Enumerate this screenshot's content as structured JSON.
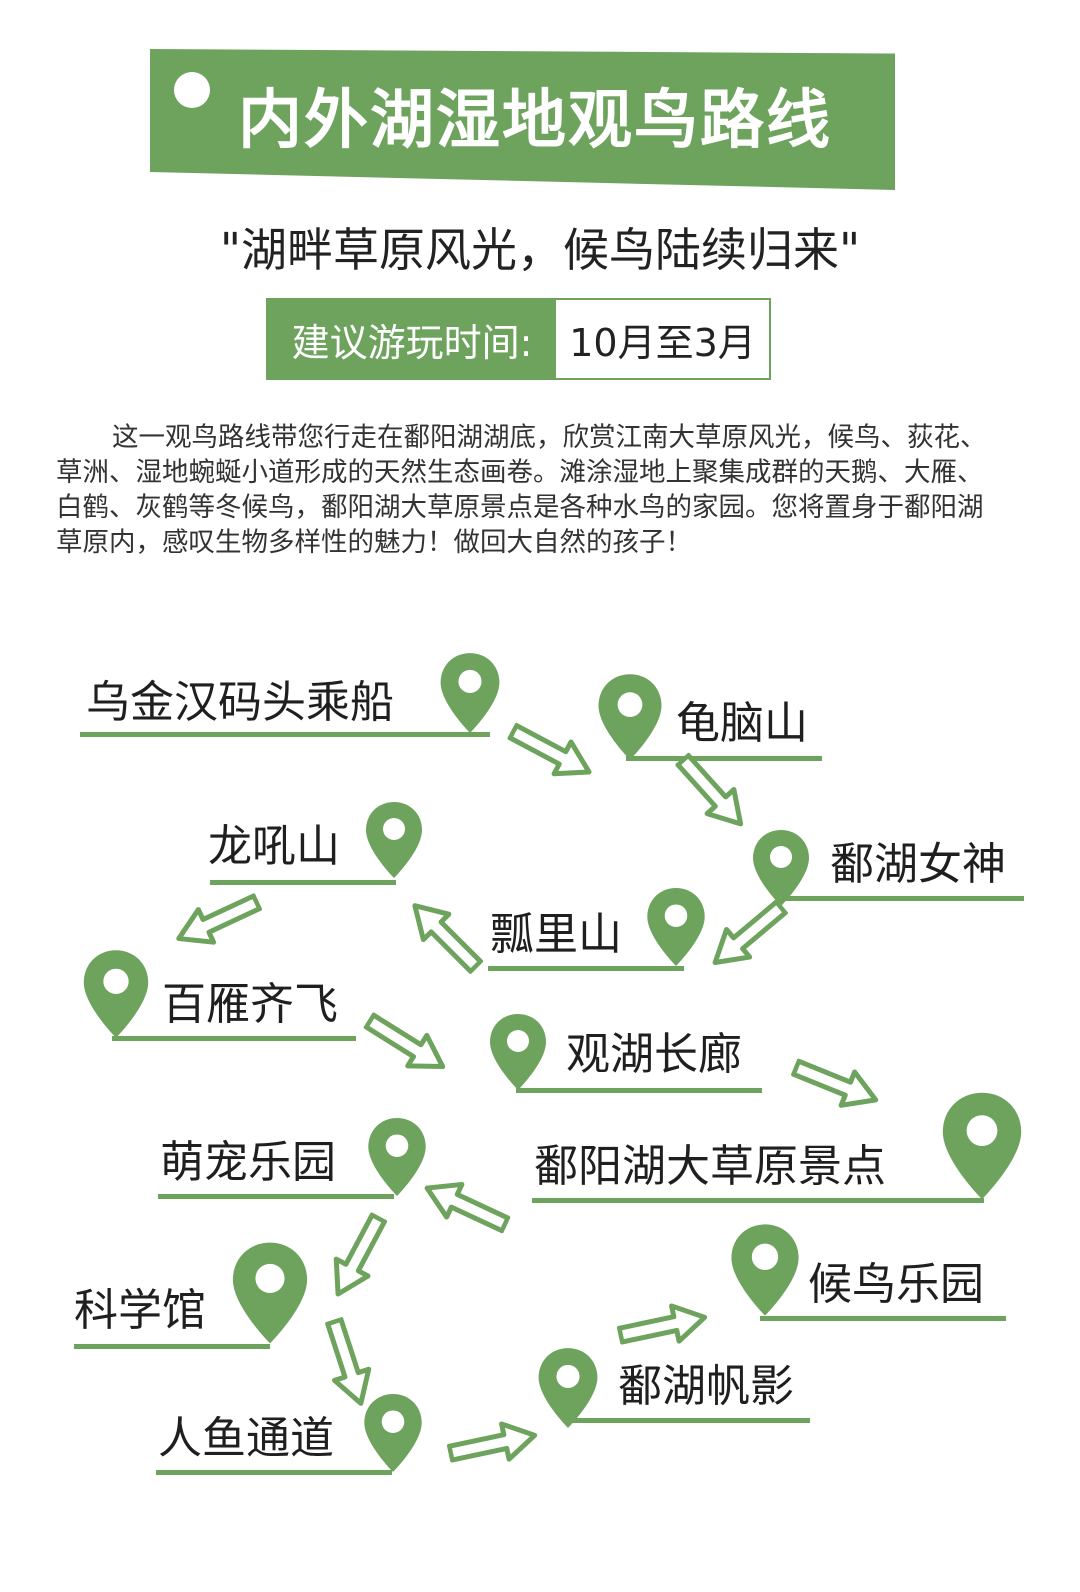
{
  "header": {
    "title": "内外湖湿地观鸟路线"
  },
  "subtitle": "\"湖畔草原风光，候鸟陆续归来\"",
  "season": {
    "label": "建议游玩时间:",
    "value": "10月至3月"
  },
  "intro": "这一观鸟路线带您行走在鄱阳湖湖底，欣赏江南大草原风光，候鸟、荻花、草洲、湿地蜿蜒小道形成的天然生态画卷。滩涂湿地上聚集成群的天鹅、大雁、白鹤、灰鹤等冬候鸟，鄱阳湖大草原景点是各种水鸟的家园。您将置身于鄱阳湖草原内，感叹生物多样性的魅力！做回大自然的孩子！",
  "colors": {
    "accent": "#6ea35e",
    "text": "#1f1f1f"
  },
  "route": {
    "icon": "map-pin-icon",
    "stops": [
      {
        "label": "乌金汉码头乘船"
      },
      {
        "label": "龟脑山"
      },
      {
        "label": "鄱湖女神"
      },
      {
        "label": "瓢里山"
      },
      {
        "label": "龙吼山"
      },
      {
        "label": "百雁齐飞"
      },
      {
        "label": "观湖长廊"
      },
      {
        "label": "鄱阳湖大草原景点"
      },
      {
        "label": "萌宠乐园"
      },
      {
        "label": "科学馆"
      },
      {
        "label": "人鱼通道"
      },
      {
        "label": "鄱湖帆影"
      },
      {
        "label": "候鸟乐园"
      }
    ]
  }
}
